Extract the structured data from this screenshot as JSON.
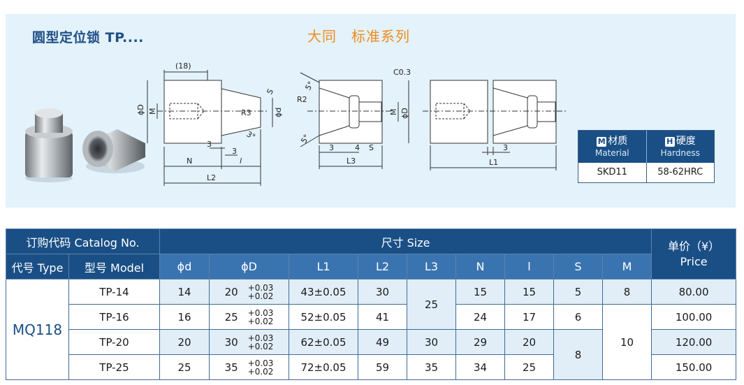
{
  "header": {
    "title_left": "圆型定位锁 TP....",
    "title_center": "大同　标准系列"
  },
  "drawing_labels": {
    "dim_18": "(18)",
    "phi_D": "ϕD",
    "M": "M",
    "R3": "R3",
    "phi_d": "ϕd",
    "S": "S",
    "angle_3": "3°",
    "three_a": "3",
    "three_b": "3",
    "N": "N",
    "l": "l",
    "L2": "L2",
    "C03": "C0.3",
    "R2": "R2",
    "angle_5a": "5°",
    "angle_5b": "5°",
    "M2": "M",
    "phi_D2": "ϕD",
    "three_c": "3",
    "four": "4",
    "S2": "S",
    "L3": "L3",
    "three_d": "3",
    "L1": "L1"
  },
  "material": {
    "material_letter": "M",
    "material_cn": "材质",
    "material_en": "Material",
    "hardness_letter": "H",
    "hardness_cn": "硬度",
    "hardness_en": "Hardness",
    "material_value": "SKD11",
    "hardness_value": "58-62HRC"
  },
  "table": {
    "catalog_no": "订购代码 Catalog No.",
    "size": "尺寸 Size",
    "price_cn": "单价（¥）",
    "price_en": "Price",
    "type": "代号 Type",
    "model": "型号 Model",
    "cols": {
      "d": "ϕd",
      "D": "ϕD",
      "L1": "L1",
      "L2": "L2",
      "L3": "L3",
      "N": "N",
      "l": "l",
      "S": "S",
      "M": "M"
    },
    "type_value": "MQ118",
    "tol_plus": "+0.03",
    "tol_plus2": "+0.02",
    "l3_merged": "25",
    "m_8": "8",
    "m_10": "10",
    "s_8": "8",
    "rows": [
      {
        "model": "TP-14",
        "d": "14",
        "D": "20",
        "L1": "43±0.05",
        "L2": "30",
        "L3": "",
        "N": "15",
        "l": "15",
        "S": "5",
        "price": "80.00"
      },
      {
        "model": "TP-16",
        "d": "16",
        "D": "25",
        "L1": "52±0.05",
        "L2": "41",
        "L3": "",
        "N": "24",
        "l": "17",
        "S": "6",
        "price": "100.00"
      },
      {
        "model": "TP-20",
        "d": "20",
        "D": "30",
        "L1": "62±0.05",
        "L2": "49",
        "L3": "30",
        "N": "29",
        "l": "20",
        "S": "",
        "price": "120.00"
      },
      {
        "model": "TP-25",
        "d": "25",
        "D": "35",
        "L1": "72±0.05",
        "L2": "59",
        "L3": "35",
        "N": "34",
        "l": "25",
        "S": "",
        "price": "150.00"
      }
    ]
  }
}
